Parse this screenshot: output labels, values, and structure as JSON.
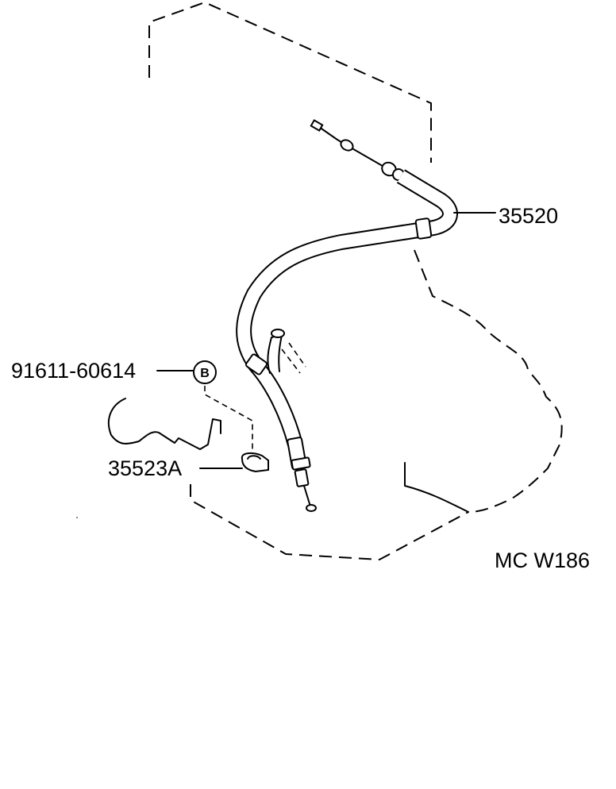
{
  "diagram": {
    "parts": [
      {
        "id": "cable",
        "part_number": "35520"
      },
      {
        "id": "bolt",
        "part_number": "91611-60614",
        "marker": "B"
      },
      {
        "id": "clamp",
        "part_number": "35523A"
      }
    ],
    "figure_code": "MC W186"
  }
}
